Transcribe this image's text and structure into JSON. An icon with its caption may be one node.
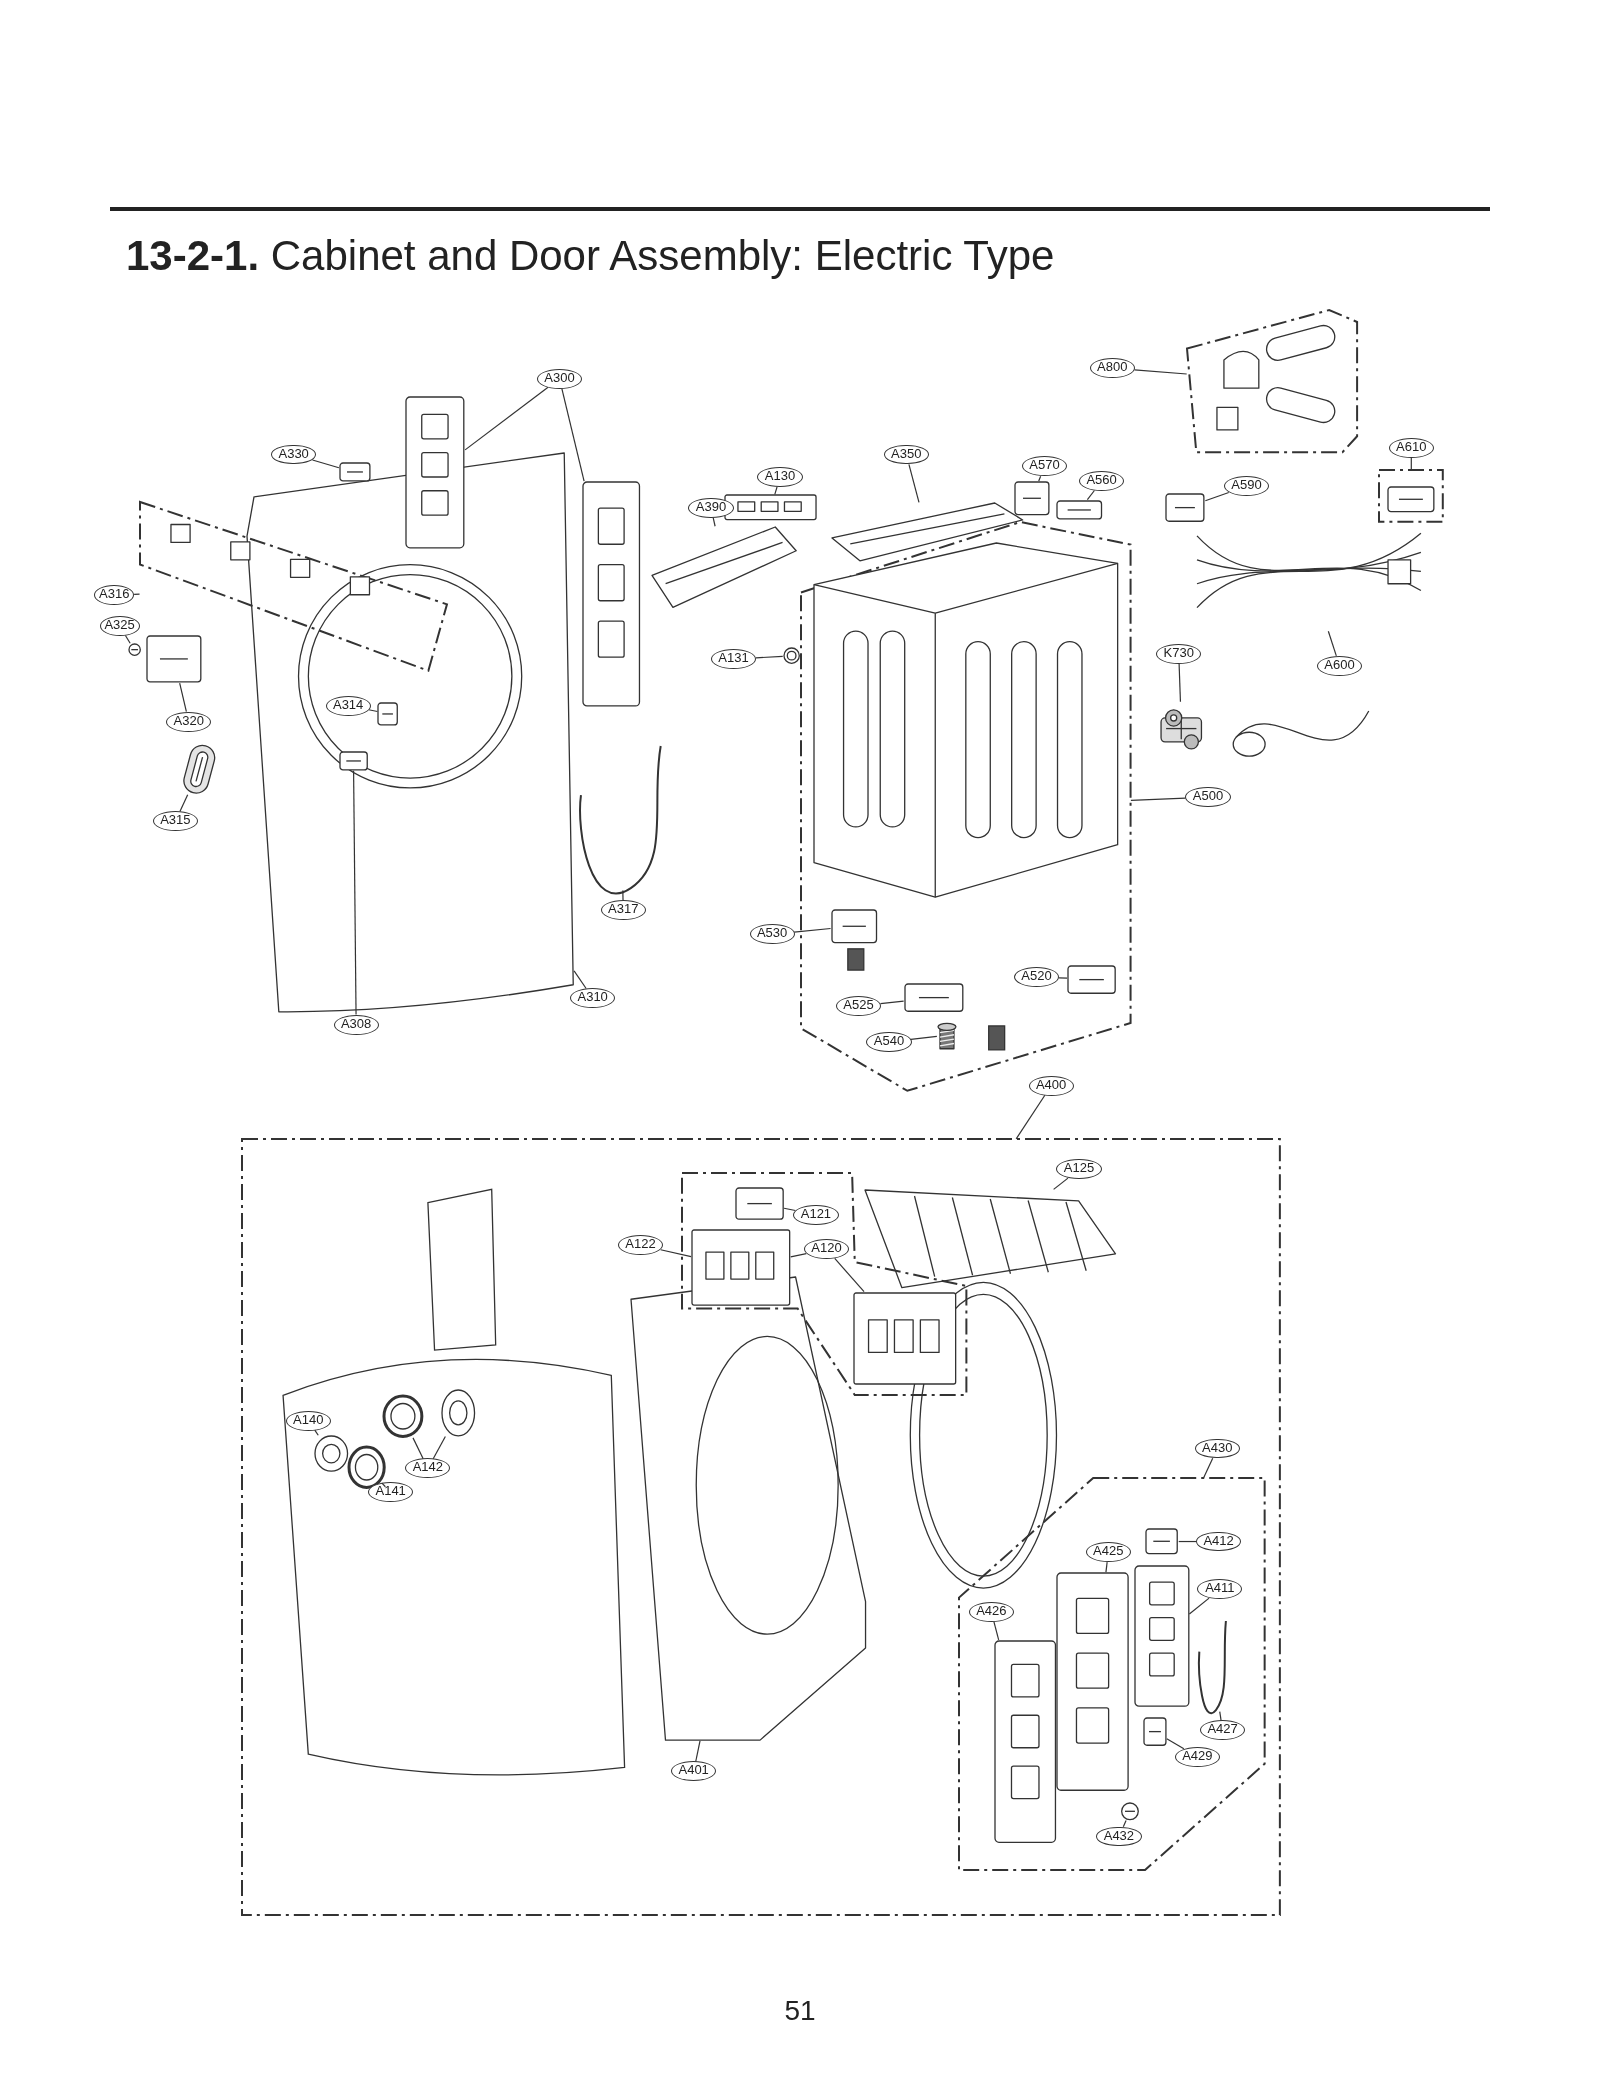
{
  "diagram": {
    "title": "**13-2-1.** Cabinet and Door Assembly: Electric Type",
    "nodes": [
      {
        "text": [
          "A800"
        ]
      },
      {
        "text": [],
        "shape": "box"
      },
      {
        "text": [],
        "shape": "picture",
        "in": 1
      },
      {
        "text": [
          "A300"
        ]
      },
      {
        "text": [],
        "shape": "picture"
      },
      {
        "text": [],
        "shape": "picture"
      },
      {
        "text": [
          "A330"
        ]
      },
      {
        "text": [],
        "shape": "picture"
      },
      {
        "text": [
          "A350"
        ]
      },
      {
        "text": [],
        "shape": "picture"
      },
      {
        "text": [
          "A130"
        ]
      },
      {
        "text": [],
        "shape": "picture"
      },
      {
        "text": [
          "A570"
        ]
      },
      {
        "text": [],
        "shape": "picture"
      },
      {
        "text": [
          "A560"
        ]
      },
      {
        "text": [],
        "shape": "picture"
      },
      {
        "text": [
          "A390"
        ]
      },
      {
        "text": [],
        "shape": "picture"
      },
      {
        "text": [
          "A590"
        ]
      },
      {
        "text": [],
        "shape": "picture"
      },
      {
        "text": [
          "A610"
        ]
      },
      {
        "text": [],
        "shape": "box"
      },
      {
        "text": [],
        "shape": "picture",
        "in": 21
      },
      {
        "text": [
          "A316"
        ]
      },
      {
        "text": [],
        "shape": "box"
      },
      {
        "text": [],
        "shape": "picture",
        "in": 24
      },
      {
        "text": [
          "A325"
        ]
      },
      {
        "text": [],
        "shape": "picture"
      },
      {
        "text": [
          "A131"
        ]
      },
      {
        "text": [],
        "shape": "picture"
      },
      {
        "text": [
          "K730"
        ]
      },
      {
        "text": [],
        "shape": "picture"
      },
      {
        "text": [
          "A600"
        ]
      },
      {
        "text": [],
        "shape": "picture"
      },
      {
        "text": [
          "A320"
        ]
      },
      {
        "text": [],
        "shape": "picture"
      },
      {
        "text": [
          "A314"
        ],
        "in": 50
      },
      {
        "text": [],
        "shape": "picture",
        "in": 50
      },
      {
        "text": [
          "A500"
        ]
      },
      {
        "text": [],
        "shape": "box"
      },
      {
        "text": [],
        "shape": "picture",
        "in": 39
      },
      {
        "text": [
          "A315"
        ]
      },
      {
        "text": [],
        "shape": "picture"
      },
      {
        "text": [
          "A317"
        ]
      },
      {
        "text": [],
        "shape": "picture"
      },
      {
        "text": [
          "A530"
        ]
      },
      {
        "text": [],
        "shape": "picture",
        "in": 39
      },
      {
        "text": [
          "A520"
        ],
        "in": 39
      },
      {
        "text": [],
        "shape": "picture",
        "in": 39
      },
      {
        "text": [
          "A310"
        ]
      },
      {
        "text": [],
        "shape": "picture"
      },
      {
        "text": [
          "A525"
        ],
        "in": 39
      },
      {
        "text": [],
        "shape": "picture",
        "in": 39
      },
      {
        "text": [
          "A308"
        ]
      },
      {
        "text": [],
        "shape": "picture",
        "in": 50
      },
      {
        "text": [
          "A540"
        ],
        "in": 39
      },
      {
        "text": [],
        "shape": "picture",
        "in": 39
      },
      {
        "text": [
          "A400"
        ]
      },
      {
        "text": [],
        "shape": "box"
      },
      {
        "text": [
          "A125"
        ],
        "in": 58
      },
      {
        "text": [],
        "shape": "picture",
        "in": 58
      },
      {
        "text": [],
        "shape": "box",
        "in": 58
      },
      {
        "text": [
          "A121"
        ],
        "in": 61
      },
      {
        "text": [],
        "shape": "picture",
        "in": 61
      },
      {
        "text": [
          "A122"
        ],
        "in": 58
      },
      {
        "text": [
          "A120"
        ],
        "in": 61
      },
      {
        "text": [],
        "shape": "picture",
        "in": 61
      },
      {
        "text": [],
        "shape": "picture",
        "in": 61
      },
      {
        "text": [
          "A140"
        ],
        "in": 58
      },
      {
        "text": [],
        "shape": "picture",
        "in": 58
      },
      {
        "text": [
          "A430"
        ],
        "in": 58
      },
      {
        "text": [],
        "shape": "box",
        "in": 58
      },
      {
        "text": [
          "A142"
        ],
        "in": 58
      },
      {
        "text": [],
        "shape": "picture",
        "in": 58
      },
      {
        "text": [],
        "shape": "picture",
        "in": 58
      },
      {
        "text": [
          "A141"
        ],
        "in": 58
      },
      {
        "text": [],
        "shape": "picture",
        "in": 58
      },
      {
        "text": [
          "A412"
        ],
        "in": 71
      },
      {
        "text": [],
        "shape": "picture",
        "in": 71
      },
      {
        "text": [
          "A425"
        ],
        "in": 71
      },
      {
        "text": [],
        "shape": "picture",
        "in": 71
      },
      {
        "text": [
          "A411"
        ],
        "in": 71
      },
      {
        "text": [],
        "shape": "picture",
        "in": 71
      },
      {
        "text": [
          "A426"
        ],
        "in": 71
      },
      {
        "text": [],
        "shape": "picture",
        "in": 71
      },
      {
        "text": [
          "A427"
        ],
        "in": 71
      },
      {
        "text": [],
        "shape": "picture",
        "in": 71
      },
      {
        "text": [
          "A429"
        ],
        "in": 71
      },
      {
        "text": [],
        "shape": "picture",
        "in": 71
      },
      {
        "text": [
          "A401"
        ],
        "in": 58
      },
      {
        "text": [],
        "shape": "picture",
        "in": 58
      },
      {
        "text": [
          "A432"
        ],
        "in": 71
      },
      {
        "text": [],
        "shape": "picture",
        "in": 71
      }
    ],
    "edges": [
      {
        "from": 0,
        "to": 1,
        "arrow": "none"
      },
      {
        "from": 3,
        "to": 4,
        "arrow": "none"
      },
      {
        "from": 3,
        "to": 5,
        "arrow": "none"
      },
      {
        "from": 6,
        "to": 7,
        "arrow": "none"
      },
      {
        "from": 8,
        "to": 9,
        "arrow": "none"
      },
      {
        "from": 10,
        "to": 11,
        "arrow": "none"
      },
      {
        "from": 12,
        "to": 13,
        "arrow": "none"
      },
      {
        "from": 14,
        "to": 15,
        "arrow": "none"
      },
      {
        "from": 16,
        "to": 17,
        "arrow": "none"
      },
      {
        "from": 18,
        "to": 19,
        "arrow": "none"
      },
      {
        "from": 20,
        "to": 21,
        "arrow": "none"
      },
      {
        "from": 23,
        "to": 24,
        "arrow": "none"
      },
      {
        "from": 26,
        "to": 27,
        "arrow": "none"
      },
      {
        "from": 28,
        "to": 29,
        "arrow": "none"
      },
      {
        "from": 30,
        "to": 31,
        "arrow": "none"
      },
      {
        "from": 32,
        "to": 33,
        "arrow": "none"
      },
      {
        "from": 34,
        "to": 35,
        "arrow": "none"
      },
      {
        "from": 36,
        "to": 37,
        "arrow": "none"
      },
      {
        "from": 38,
        "to": 39,
        "arrow": "none"
      },
      {
        "from": 41,
        "to": 42,
        "arrow": "none"
      },
      {
        "from": 43,
        "to": 44,
        "arrow": "none"
      },
      {
        "from": 45,
        "to": 46,
        "arrow": "none"
      },
      {
        "from": 47,
        "to": 48,
        "arrow": "none"
      },
      {
        "from": 49,
        "to": 50,
        "arrow": "none"
      },
      {
        "from": 51,
        "to": 52,
        "arrow": "none"
      },
      {
        "from": 53,
        "to": 54,
        "arrow": "none"
      },
      {
        "from": 55,
        "to": 56,
        "arrow": "none"
      },
      {
        "from": 57,
        "to": 58,
        "arrow": "none"
      },
      {
        "from": 59,
        "to": 60,
        "arrow": "none"
      },
      {
        "from": 62,
        "to": 63,
        "arrow": "none"
      },
      {
        "from": 64,
        "to": 66,
        "arrow": "none"
      },
      {
        "from": 65,
        "to": 66,
        "arrow": "none"
      },
      {
        "from": 65,
        "to": 67,
        "arrow": "none"
      },
      {
        "from": 68,
        "to": 69,
        "arrow": "none"
      },
      {
        "from": 70,
        "to": 71,
        "arrow": "none"
      },
      {
        "from": 72,
        "to": 73,
        "arrow": "none"
      },
      {
        "from": 72,
        "to": 74,
        "arrow": "none"
      },
      {
        "from": 75,
        "to": 76,
        "arrow": "none"
      },
      {
        "from": 77,
        "to": 78,
        "arrow": "none"
      },
      {
        "from": 79,
        "to": 80,
        "arrow": "none"
      },
      {
        "from": 81,
        "to": 82,
        "arrow": "none"
      },
      {
        "from": 83,
        "to": 84,
        "arrow": "none"
      },
      {
        "from": 85,
        "to": 86,
        "arrow": "none"
      },
      {
        "from": 87,
        "to": 88,
        "arrow": "none"
      },
      {
        "from": 89,
        "to": 90,
        "arrow": "none"
      },
      {
        "from": 91,
        "to": 92,
        "arrow": "none"
      }
    ],
    "labels": [
      "51"
    ]
  }
}
